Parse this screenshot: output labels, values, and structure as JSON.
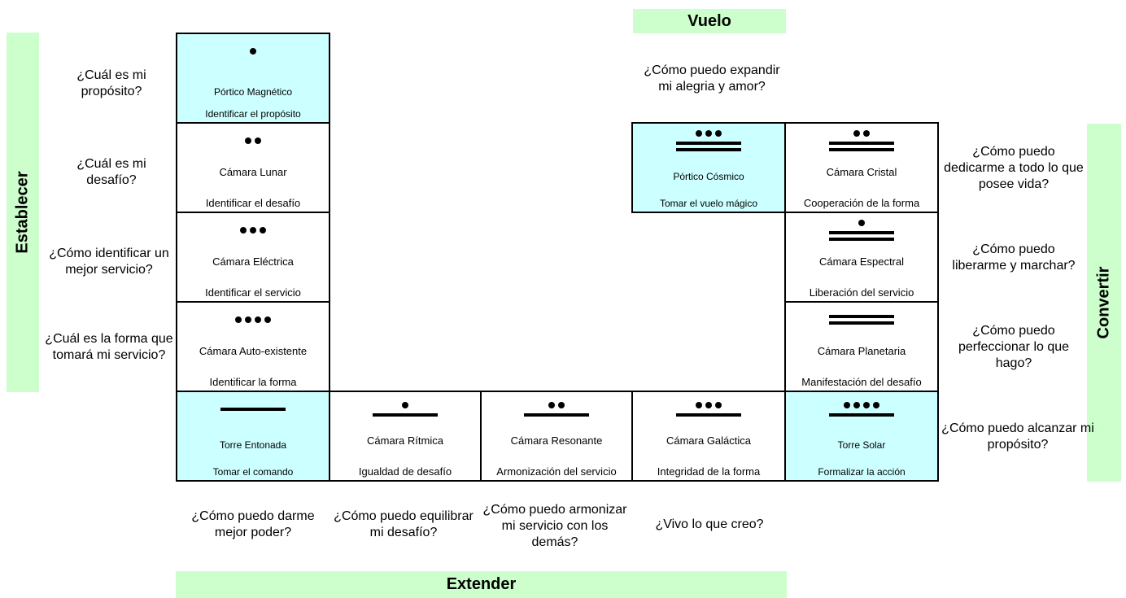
{
  "bands": {
    "establecer": "Establecer",
    "convertir": "Convertir",
    "vuelo": "Vuelo",
    "extender": "Extender"
  },
  "questions": {
    "proposito": "¿Cuál es mi propósito?",
    "desafio": "¿Cuál es mi desafío?",
    "servicio": "¿Cómo identificar un mejor servicio?",
    "forma": "¿Cuál es la forma que tomará mi servicio?",
    "alegria": "¿Cómo puedo expandir mi alegria y amor?",
    "vida": "¿Cómo puedo dedicarme a todo lo que posee vida?",
    "marchar": "¿Cómo puedo liberarme y marchar?",
    "perfeccionar": "¿Cómo puedo perfeccionar lo que hago?",
    "alcanzar": "¿Cómo puedo alcanzar mi propósito?",
    "poder": "¿Cómo puedo darme mejor poder?",
    "equilibrar": "¿Cómo puedo equilibrar mi desafío?",
    "armonizar": "¿Cómo puedo armonizar mi servicio con los demás?",
    "vivo": "¿Vivo lo que creo?"
  },
  "cells": {
    "magnetico": {
      "name": "Pórtico Magnético",
      "action": "Identificar  el propósito",
      "number": 1
    },
    "lunar": {
      "name": "Cámara Lunar",
      "action": "Identificar el desafío",
      "number": 2
    },
    "electrica": {
      "name": "Cámara Eléctrica",
      "action": "Identificar el servicio",
      "number": 3
    },
    "autoexistente": {
      "name": "Cámara Auto-existente",
      "action": "Identificar la forma",
      "number": 4
    },
    "entonada": {
      "name": "Torre Entonada",
      "action": "Tomar el comando",
      "number": 5
    },
    "ritmica": {
      "name": "Cámara Rítmica",
      "action": "Igualdad de desafío",
      "number": 6
    },
    "resonante": {
      "name": "Cámara Resonante",
      "action": "Armonización del servicio",
      "number": 7
    },
    "galactica": {
      "name": "Cámara Galáctica",
      "action": "Integridad  de la forma",
      "number": 8
    },
    "solar": {
      "name": "Torre Solar",
      "action": "Formalizar la acción",
      "number": 9
    },
    "planetaria": {
      "name": "Cámara Planetaria",
      "action": "Manifestación del desafío",
      "number": 10
    },
    "espectral": {
      "name": "Cámara Espectral",
      "action": "Liberación del servicio",
      "number": 11
    },
    "cristal": {
      "name": "Cámara Cristal",
      "action": "Cooperación de la forma",
      "number": 12
    },
    "cosmico": {
      "name": "Pórtico Cósmico",
      "action": "Tomar el vuelo mágico",
      "number": 13
    }
  }
}
